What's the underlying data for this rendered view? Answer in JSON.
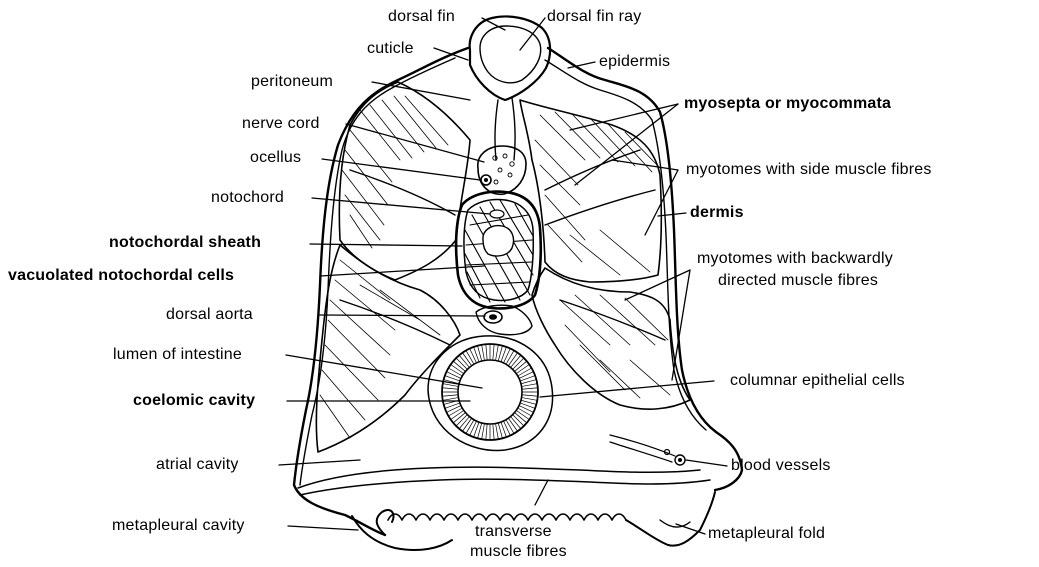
{
  "labels": {
    "dorsal_fin": "dorsal fin",
    "dorsal_fin_ray": "dorsal fin ray",
    "cuticle": "cuticle",
    "epidermis": "epidermis",
    "peritoneum": "peritoneum",
    "myosepta": "myosepta or myocommata",
    "nerve_cord": "nerve  cord",
    "ocellus": "ocellus",
    "myotomes_side": "myotomes  with  side muscle  fibres",
    "notochord": "notochord",
    "dermis": "dermis",
    "notochordal_sheath": "notochordal sheath",
    "vacuolated_cells": "vacuolated  notochordal  cells",
    "myotomes_backward_1": "myotomes  with  backwardly",
    "myotomes_backward_2": "directed  muscle  fibres",
    "dorsal_aorta": "dorsal  aorta",
    "lumen_of_intestine": "lumen  of  intestine",
    "columnar_epithelial": "columnar  epithelial  cells",
    "coelomic_cavity": "coelomic cavity",
    "atrial_cavity": "atrial  cavity",
    "blood_vessels": "blood  vessels",
    "metapleural_cavity": "metapleural cavity",
    "transverse_1": "transverse",
    "transverse_2": "muscle  fibres",
    "metapleural_fold": "metapleural  fold"
  }
}
